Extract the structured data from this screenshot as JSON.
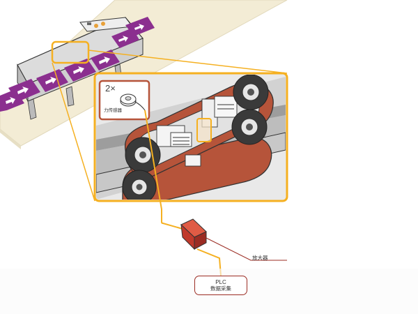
{
  "labels": {
    "sensor_count": "2×",
    "sensor_name": "力传感器",
    "amplifier": "放大器",
    "plc_line1": "PLC",
    "plc_line2": "数据采集"
  },
  "colors": {
    "accent_orange": "#f5b021",
    "belt_brown": "#b6543a",
    "product_purple": "#8b2f8f",
    "amplifier_red": "#c0392b",
    "table_cream": "#f3ecd5",
    "frame_gray": "#d3d3d3"
  }
}
